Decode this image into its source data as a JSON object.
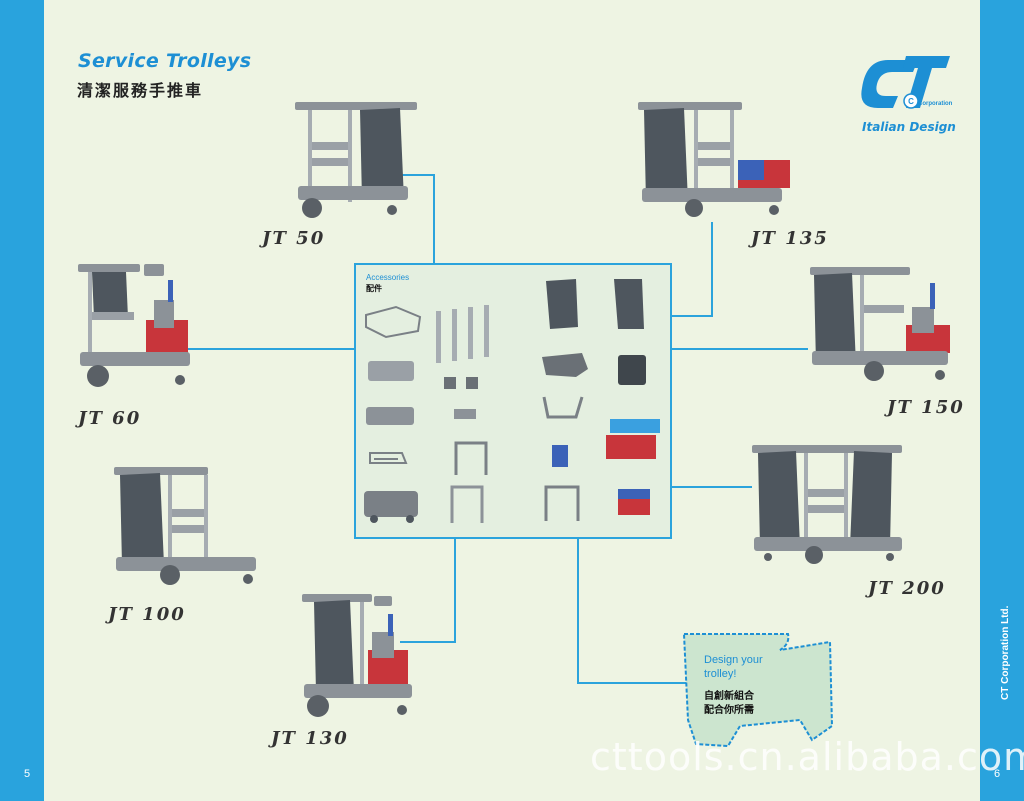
{
  "header": {
    "title_en": "Service Trolleys",
    "title_zh": "清潔服務手推車"
  },
  "logo": {
    "mark": "CT",
    "corp_text": "Corporation",
    "tagline": "Italian Design",
    "color": "#1d8fd4"
  },
  "models": [
    {
      "id": "jt50",
      "label": "JT 50"
    },
    {
      "id": "jt135",
      "label": "JT 135"
    },
    {
      "id": "jt60",
      "label": "JT 60"
    },
    {
      "id": "jt150",
      "label": "JT 150"
    },
    {
      "id": "jt100",
      "label": "JT 100"
    },
    {
      "id": "jt200",
      "label": "JT 200"
    },
    {
      "id": "jt130",
      "label": "JT 130"
    }
  ],
  "accessories": {
    "title_en": "Accessories",
    "title_zh": "配件"
  },
  "design": {
    "line1": "Design your",
    "line2": "trolley!",
    "zh1": "自創新組合",
    "zh2": "配合你所需"
  },
  "footer": {
    "page_left": "5",
    "page_right": "6",
    "company": "CT Corporation Ltd.",
    "watermark": "cttools.cn.alibaba.com"
  },
  "colors": {
    "blue_border": "#29a3dd",
    "page_bg": "#eef4e3",
    "trolley_grey": "#8c9298",
    "bag_grey": "#4e565e",
    "bucket_red": "#c8353b",
    "bucket_blue": "#3b62b8"
  }
}
